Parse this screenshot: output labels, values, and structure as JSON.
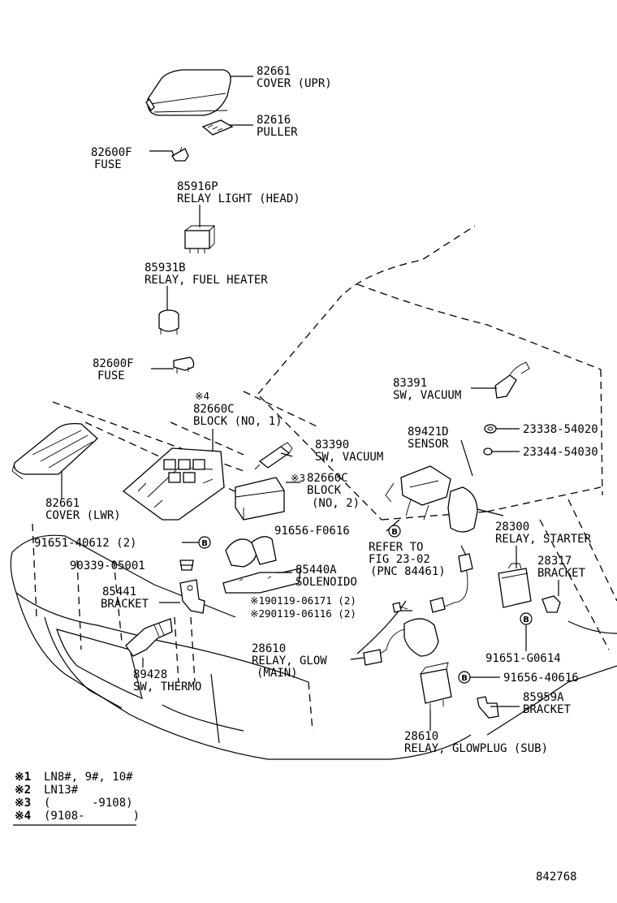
{
  "parts": {
    "cover_upr": {
      "no": "82661",
      "name": "COVER (UPR)"
    },
    "puller": {
      "no": "82616",
      "name": "PULLER"
    },
    "fuse_top": {
      "no": "82600F",
      "name": "FUSE"
    },
    "relay_light": {
      "no": "85916P",
      "name": "RELAY LIGHT (HEAD)"
    },
    "relay_fuel": {
      "no": "85931B",
      "name": "RELAY, FUEL HEATER"
    },
    "fuse_mid": {
      "no": "82600F",
      "name": "FUSE"
    },
    "block_no1": {
      "mark": "※4",
      "no": "82660C",
      "name": "BLOCK (NO, 1)"
    },
    "sw_vacuum_1": {
      "no": "83390",
      "name": "SW, VACUUM"
    },
    "block_no2": {
      "mark": "※3",
      "no": "82660C",
      "name": "BLOCK",
      "name2": "(NO, 2)"
    },
    "cover_lwr": {
      "no": "82661",
      "name": "COVER (LWR)"
    },
    "bolt_1": {
      "no": "91651-40612 (2)"
    },
    "nut_1": {
      "no": "90339-05001"
    },
    "bracket_1": {
      "no": "85441",
      "name": "BRACKET"
    },
    "sw_thermo": {
      "no": "89428",
      "name": "SW, THERMO"
    },
    "solenoid": {
      "no": "85440A",
      "name": "SOLENOIDO"
    },
    "screw_1": {
      "no": "※190119-06171 (2)"
    },
    "screw_2": {
      "no": "※290119-06116 (2)"
    },
    "bolt_2": {
      "no": "91656-F0616"
    },
    "refer": {
      "line1": "REFER TO",
      "line2": "FIG 23-02",
      "line3": "(PNC 84461)"
    },
    "sw_vacuum_2": {
      "no": "83391",
      "name": "SW, VACUUM"
    },
    "sensor": {
      "no": "89421D",
      "name": "SENSOR"
    },
    "gasket_1": {
      "no": "23338-54020"
    },
    "gasket_2": {
      "no": "23344-54030"
    },
    "relay_starter": {
      "no": "28300",
      "name": "RELAY, STARTER"
    },
    "bracket_2": {
      "no": "28317",
      "name": "BRACKET"
    },
    "relay_glow_main": {
      "no": "28610",
      "name": "RELAY, GLOW",
      "name2": "(MAIN)"
    },
    "bolt_3": {
      "no": "91651-G0614"
    },
    "bolt_4": {
      "no": "91656-40616"
    },
    "bracket_3": {
      "no": "85959A",
      "name": "BRACKET"
    },
    "relay_glowplug_sub": {
      "no": "28610",
      "name": "RELAY, GLOWPLUG (SUB)"
    }
  },
  "bolt_letter": "B",
  "notes": [
    {
      "mark": "※1",
      "text": "LN8#, 9#, 10#"
    },
    {
      "mark": "※2",
      "text": "LN13#"
    },
    {
      "mark": "※3",
      "text": "(      -9108)"
    },
    {
      "mark": "※4",
      "text": "(9108-       )"
    }
  ],
  "figure_id": "842768"
}
